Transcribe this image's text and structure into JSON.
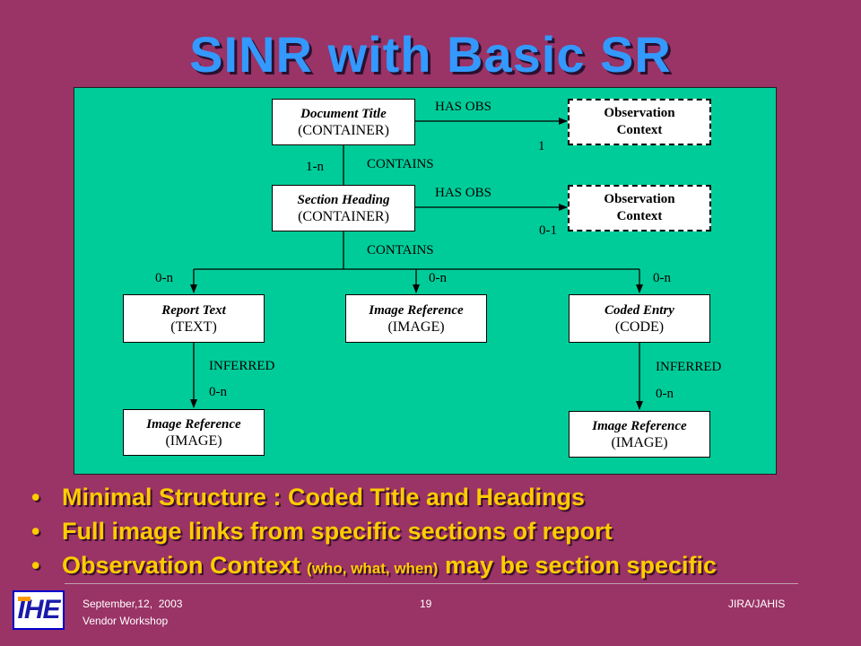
{
  "slide": {
    "title": "SINR with Basic SR"
  },
  "diagram": {
    "nodes": {
      "doc_title": {
        "title": "Document Title",
        "type": "(CONTAINER)"
      },
      "obs_ctx_1": {
        "line1": "Observation",
        "line2": "Context"
      },
      "section_heading": {
        "title": "Section Heading",
        "type": "(CONTAINER)"
      },
      "obs_ctx_2": {
        "line1": "Observation",
        "line2": "Context"
      },
      "report_text": {
        "title": "Report Text",
        "type": "(TEXT)"
      },
      "image_ref_mid": {
        "title": "Image Reference",
        "type": "(IMAGE)"
      },
      "coded_entry": {
        "title": "Coded Entry",
        "type": "(CODE)"
      },
      "image_ref_left": {
        "title": "Image Reference",
        "type": "(IMAGE)"
      },
      "image_ref_right": {
        "title": "Image Reference",
        "type": "(IMAGE)"
      }
    },
    "edges": {
      "has_obs_1": "HAS OBS",
      "card_1": "1",
      "contains_1": "CONTAINS",
      "card_1n": "1-n",
      "has_obs_2": "HAS OBS",
      "card_01": "0-1",
      "contains_2": "CONTAINS",
      "card_0n_left": "0-n",
      "card_0n_mid": "0-n",
      "card_0n_right": "0-n",
      "inferred_left": "INFERRED",
      "card_0n_inf_left": "0-n",
      "inferred_right": "INFERRED",
      "card_0n_inf_right": "0-n"
    }
  },
  "bullets": [
    {
      "dot": "•",
      "text": "Minimal Structure : Coded Title and Headings"
    },
    {
      "dot": "•",
      "text": "Full image links from specific sections of report"
    },
    {
      "dot": "•",
      "text_before": "Observation Context ",
      "text_small": "(who, what, when)",
      "text_after": " may be section specific"
    }
  ],
  "footer": {
    "date": "September,12,  2003",
    "event": "Vendor Workshop",
    "page_number": "19",
    "org": "JIRA/JAHIS",
    "logo_text": "IHE"
  },
  "colors": {
    "background": "#9a3366",
    "title": "#3399ff",
    "diagram_bg": "#00cc99",
    "bullet_text": "#ffcc00",
    "logo_blue": "#1a1aaa",
    "logo_orange": "#ff9900"
  }
}
